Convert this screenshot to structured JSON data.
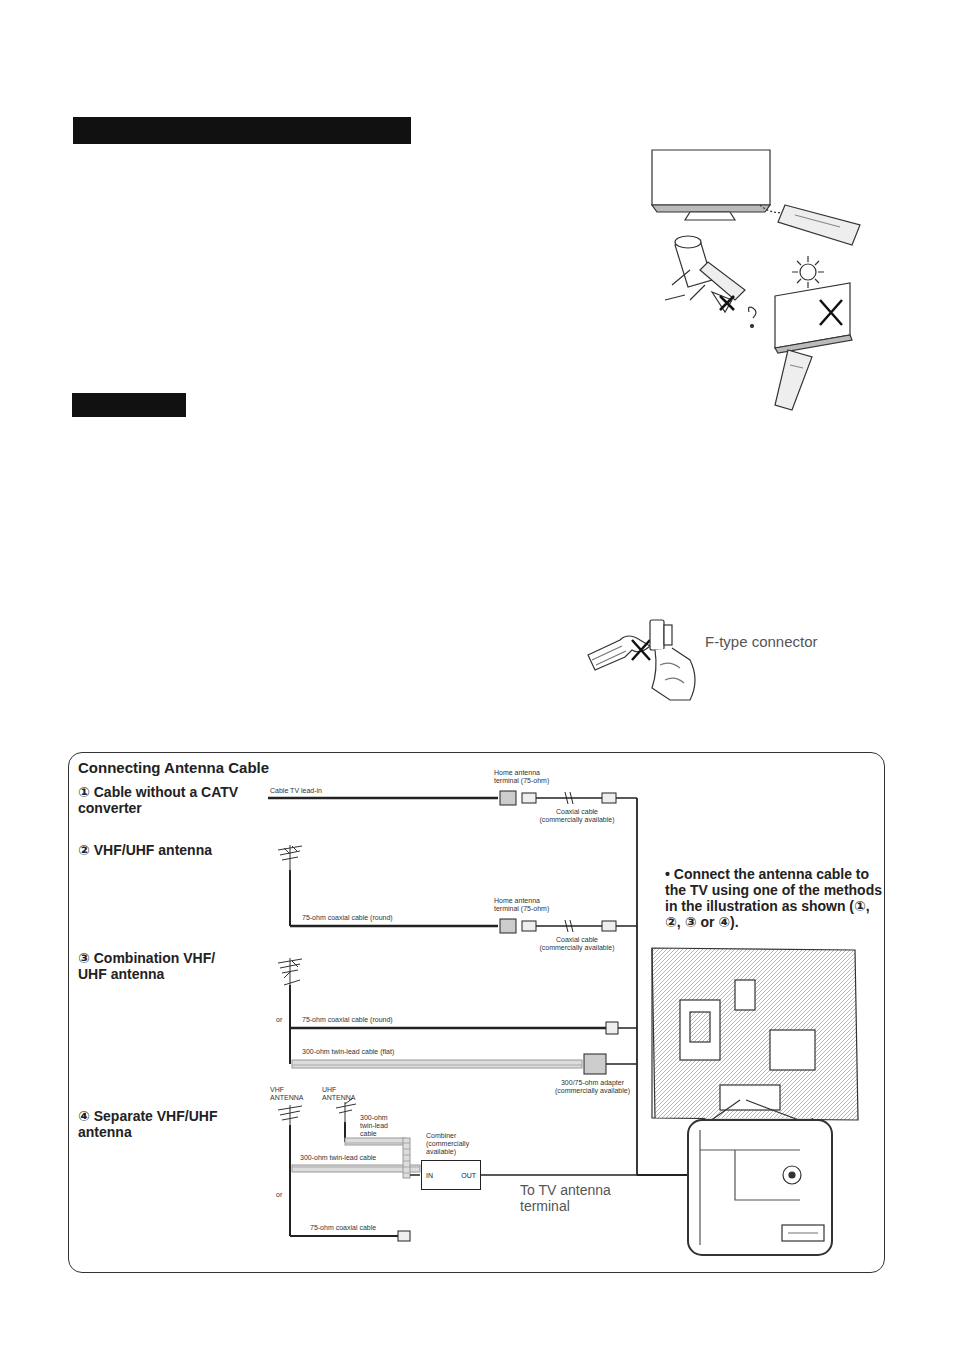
{
  "diagram": {
    "nodes": [
      {
        "text": [
          "Connecting Antenna Cable"
        ]
      },
      {
        "text": [
          "Combiner (commercially available)",
          "IN",
          "OUT"
        ],
        "in": 0
      }
    ],
    "labels": [
      "F-type connector",
      "① Cable without a CATV converter",
      "② VHF/UHF antenna",
      "③ Combination VHF/ UHF antenna",
      "④ Separate VHF/UHF antenna",
      "Cable TV lead-in",
      "Home antenna terminal (75-ohm)",
      "Coaxial cable (commercially available)",
      "75-ohm coaxial cable (round)",
      "Home antenna terminal (75-ohm)",
      "Coaxial cable (commercially available)",
      "or",
      "75-ohm coaxial cable (round)",
      "300-ohm twin-lead cable (flat)",
      "300/75-ohm adapter (commercially available)",
      "VHF ANTENNA",
      "UHF ANTENNA",
      "300-ohm twin-lead cable",
      "300-ohm twin-lead cable",
      "or",
      "75-ohm coaxial cable",
      "To TV antenna terminal",
      "• Connect the antenna cable to the TV using one of the methods in the illustration as shown (①, ②, ③ or ④)."
    ]
  }
}
